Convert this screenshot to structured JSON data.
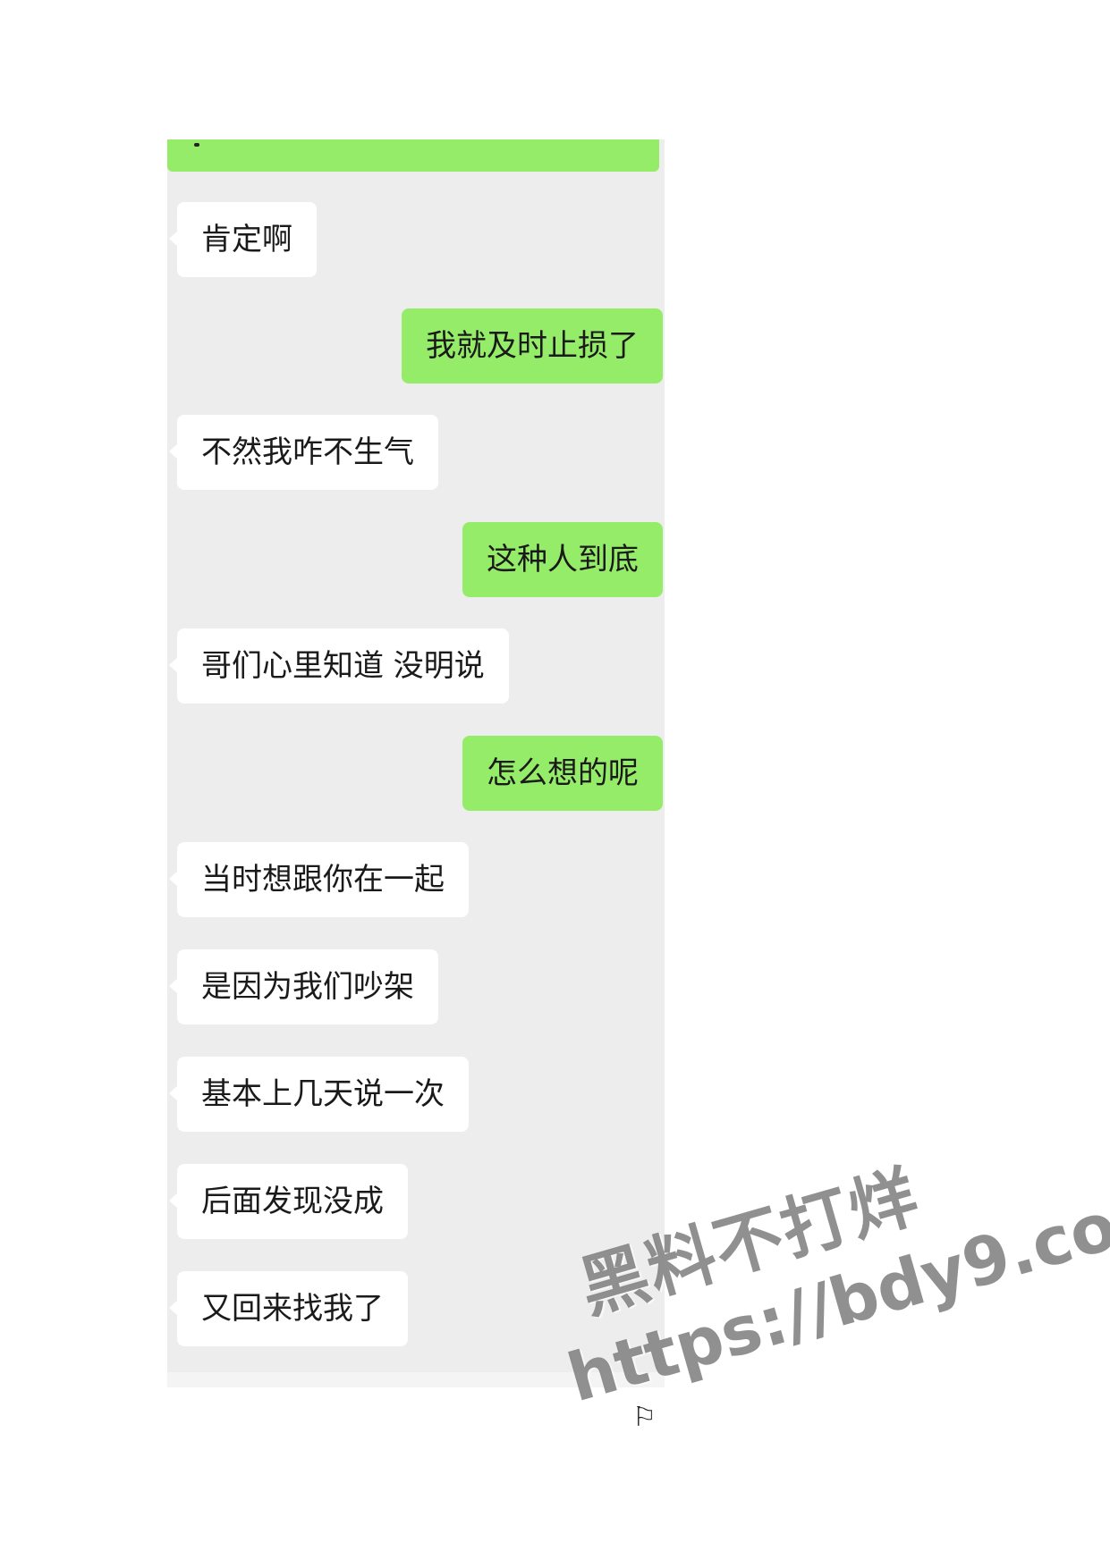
{
  "conversation": {
    "messages": [
      {
        "side": "in",
        "text": "肯定啊"
      },
      {
        "side": "out",
        "text": "我就及时止损了"
      },
      {
        "side": "in",
        "text": "不然我咋不生气"
      },
      {
        "side": "out",
        "text": "这种人到底"
      },
      {
        "side": "in",
        "text": "哥们心里知道 没明说"
      },
      {
        "side": "out",
        "text": "怎么想的呢"
      },
      {
        "side": "in",
        "text": "当时想跟你在一起"
      },
      {
        "side": "in",
        "text": "是因为我们吵架"
      },
      {
        "side": "in",
        "text": "基本上几天说一次"
      },
      {
        "side": "in",
        "text": "后面发现没成"
      },
      {
        "side": "in",
        "text": "又回来找我了"
      }
    ],
    "bubble_colors": {
      "incoming": "#ffffff",
      "outgoing": "#95ec69",
      "background": "#ededed"
    }
  },
  "status_glyph": "⚐",
  "watermark": {
    "line1": "黑料不打烊",
    "line2": "https://bdy9.co"
  }
}
